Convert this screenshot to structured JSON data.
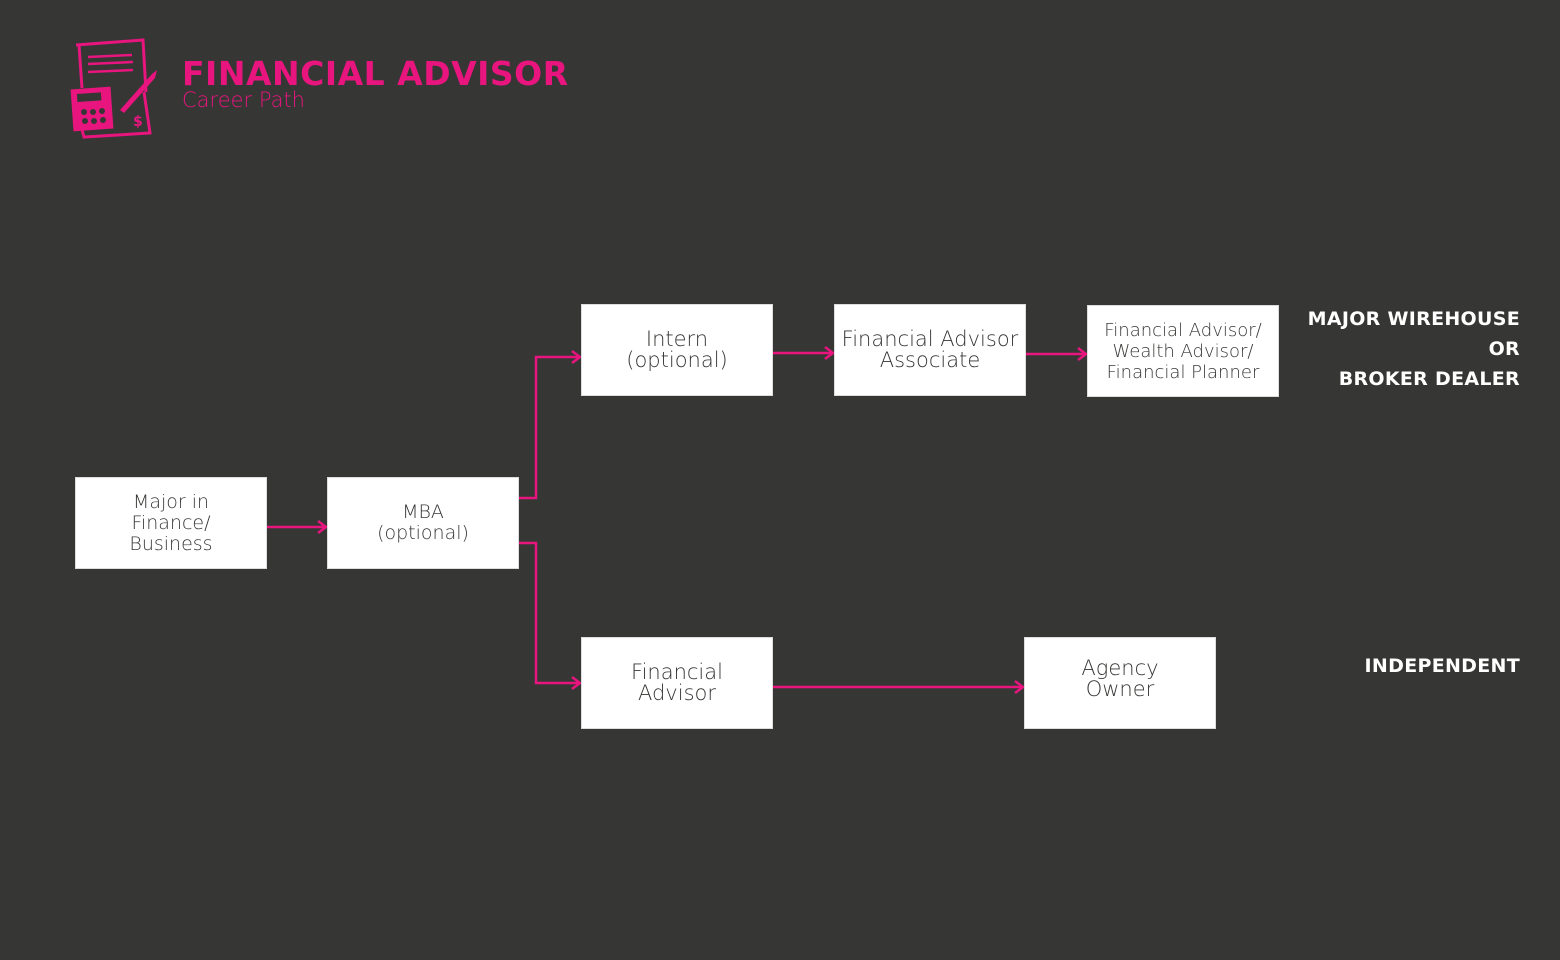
{
  "header": {
    "title": "FINANCIAL ADVISOR",
    "subtitle": "Career Path",
    "icon": "finance-document-calculator-pen-icon"
  },
  "colors": {
    "background": "#363634",
    "accent": "#e8157f",
    "box": "#ffffff"
  },
  "nodes": {
    "major": "Major in\nFinance/\nBusiness",
    "mba": "MBA\n(optional)",
    "intern": "Intern\n(optional)",
    "associate": "Financial Advisor\nAssociate",
    "senior": "Financial Advisor/\nWealth Advisor/\nFinancial Planner",
    "fa": "Financial\nAdvisor",
    "owner": "Agency\nOwner"
  },
  "tracks": {
    "wirehouse_1": "MAJOR WIREHOUSE",
    "wirehouse_2": "OR",
    "wirehouse_3": "BROKER DEALER",
    "independent": "INDEPENDENT"
  }
}
